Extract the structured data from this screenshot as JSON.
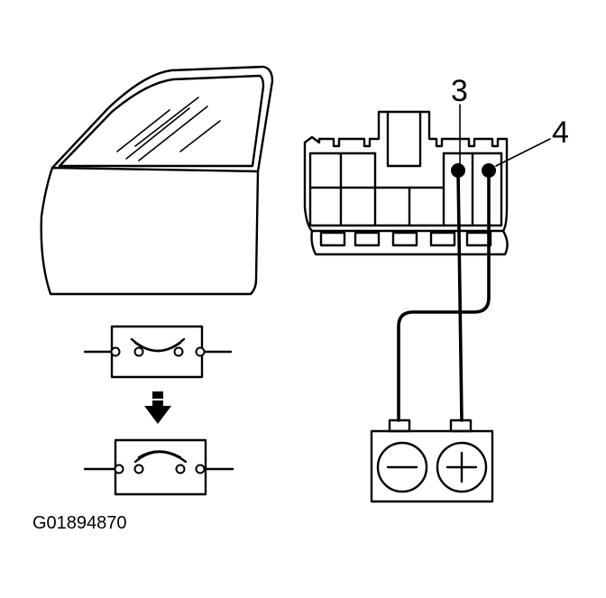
{
  "diagram": {
    "pin_labels": {
      "pin3": "3",
      "pin4": "4"
    },
    "figure_code": "G01894870",
    "battery": {
      "negative_symbol": "−",
      "positive_symbol": "+"
    }
  }
}
